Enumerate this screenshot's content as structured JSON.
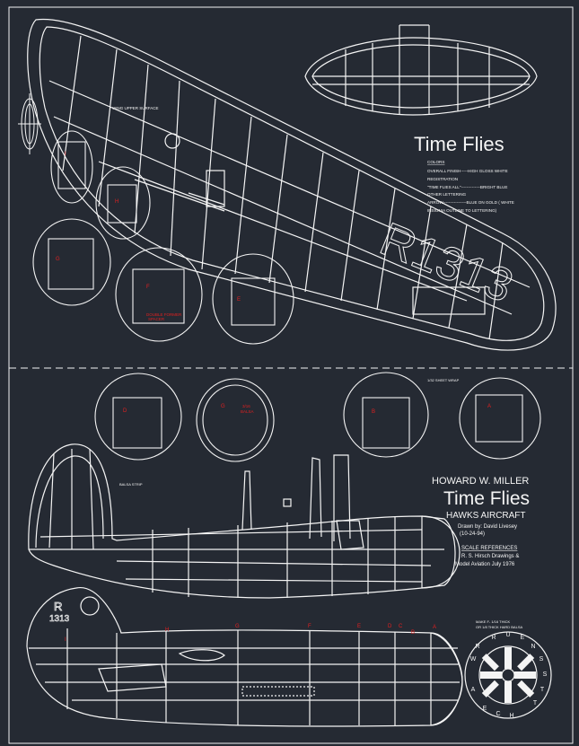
{
  "palette": {
    "background": "#252a33",
    "line": "#f4f4f4",
    "accent": "#e02020"
  },
  "title_block": {
    "top_title": "Time Flies",
    "designer": "HOWARD W. MILLER",
    "bottom_title": "Time Flies",
    "manufacturer": "HAWKS AIRCRAFT",
    "drawn_by": "Drawn by: David Livesey",
    "date": "(10-24-94)",
    "scale_heading": "SCALE REFERENCES",
    "scale_ref_1": "R. S. Hirsch Drawings &",
    "scale_ref_2": "Model Aviation July 1976"
  },
  "colors_legend": {
    "heading": "COLORS",
    "line1": "OVERALL FINISH-----HIGH GLOSS WHITE",
    "line2": "REGISTRATION",
    "line3": "\"TIME FLIES ALL\"--------------BRIGHT BLUE",
    "line4": "OTHER LETTERING",
    "line5": "ARROW-----------------BLUE ON GOLD ( WHITE",
    "line6": "INSIGNIA          OUTLINE TO LETTERING)"
  },
  "annotations": {
    "wing_upper_surface": "WING UPPER SURFACE",
    "sheet_wrap": "1/32 SHEET WRAP",
    "balsa_strip": "BALSA STRIP",
    "make_from": "MAKE F- 1/16 THICK",
    "make_from_2": "OR 1/8 THICK HARD BALSA",
    "red_note_1": "DOUBLE FORMER",
    "red_note_2": "SPACER",
    "former_3_16": "3/16",
    "former_balsa": "BALSA",
    "registration_big": "R1313",
    "registration_small": "R",
    "registration_small_2": "1313"
  },
  "formers": [
    {
      "label": "I"
    },
    {
      "label": "H"
    },
    {
      "label": "G"
    },
    {
      "label": "F"
    },
    {
      "label": "E"
    },
    {
      "label": "D"
    },
    {
      "label": "G"
    },
    {
      "label": "B"
    },
    {
      "label": "A"
    }
  ],
  "station_labels": [
    "I",
    "H",
    "G",
    "F",
    "E",
    "D",
    "C",
    "B",
    "A"
  ],
  "compass_letters": [
    "R",
    "U",
    "E",
    "N",
    "S",
    "S",
    "T",
    "T",
    "W",
    "A",
    "C",
    "H",
    "E",
    "R"
  ]
}
